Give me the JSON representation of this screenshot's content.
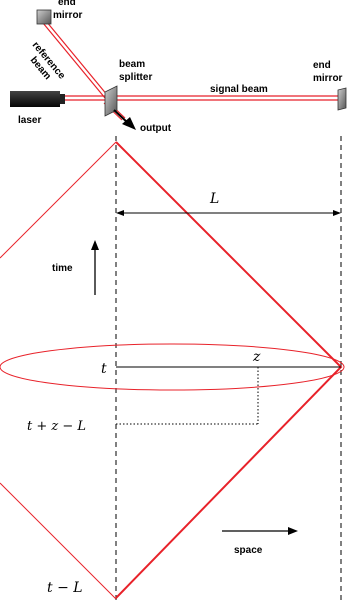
{
  "labels": {
    "end_mirror_top_1": "end",
    "end_mirror_top_2": "mirror",
    "reference_beam_1": "reference",
    "reference_beam_2": "beam",
    "beam_splitter_1": "beam",
    "beam_splitter_2": "splitter",
    "signal_beam": "signal beam",
    "end_mirror_right_1": "end",
    "end_mirror_right_2": "mirror",
    "laser": "laser",
    "output": "output",
    "length": "L",
    "time": "time",
    "t": "t",
    "z": "z",
    "t_plus_z_minus_L": "t + z − L",
    "t_minus_L": "t − L",
    "space": "space"
  },
  "colors": {
    "beam_red": "#e8222a",
    "mirror_gray": "#777777",
    "laser_black": "#111111"
  }
}
